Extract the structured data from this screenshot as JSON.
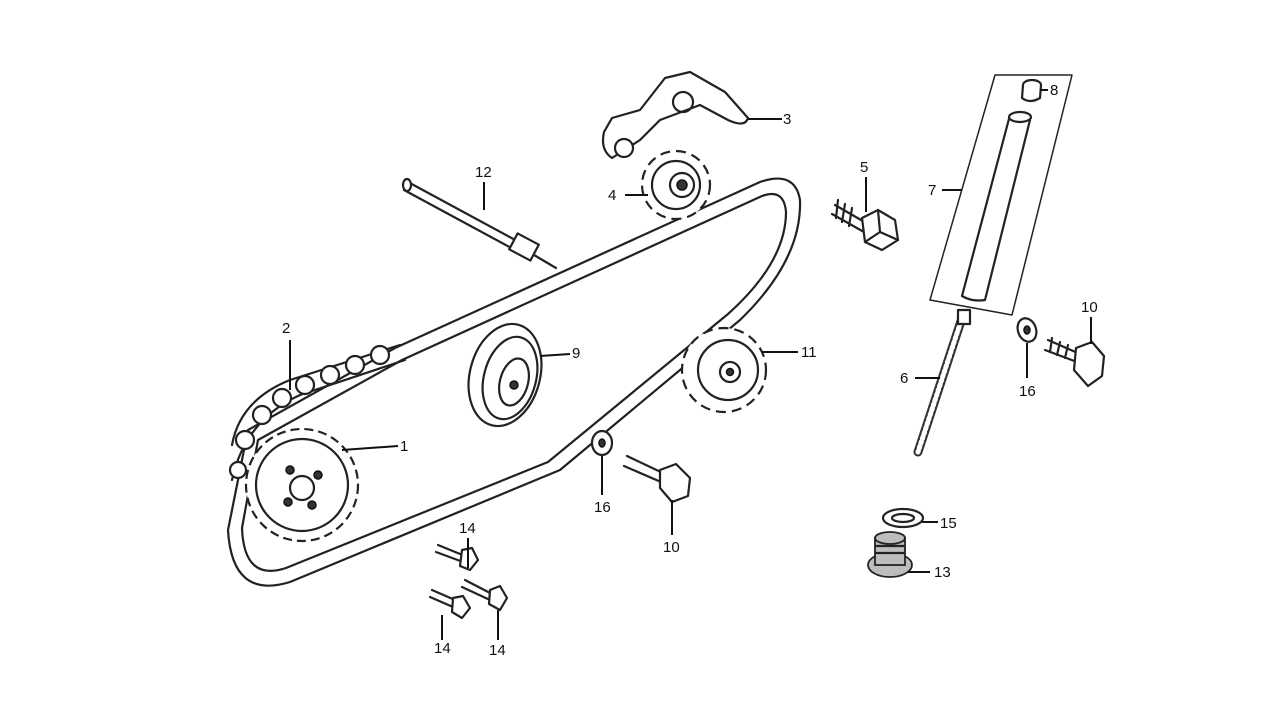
{
  "parts": [
    {
      "id": "callout-1",
      "label": "1"
    },
    {
      "id": "callout-2",
      "label": "2"
    },
    {
      "id": "callout-3",
      "label": "3"
    },
    {
      "id": "callout-4",
      "label": "4"
    },
    {
      "id": "callout-5",
      "label": "5"
    },
    {
      "id": "callout-6",
      "label": "6"
    },
    {
      "id": "callout-7",
      "label": "7"
    },
    {
      "id": "callout-8",
      "label": "8"
    },
    {
      "id": "callout-9",
      "label": "9"
    },
    {
      "id": "callout-10a",
      "label": "10"
    },
    {
      "id": "callout-10b",
      "label": "10"
    },
    {
      "id": "callout-11",
      "label": "11"
    },
    {
      "id": "callout-12",
      "label": "12"
    },
    {
      "id": "callout-13",
      "label": "13"
    },
    {
      "id": "callout-14a",
      "label": "14"
    },
    {
      "id": "callout-14b",
      "label": "14"
    },
    {
      "id": "callout-14c",
      "label": "14"
    },
    {
      "id": "callout-15",
      "label": "15"
    },
    {
      "id": "callout-16a",
      "label": "16"
    },
    {
      "id": "callout-16b",
      "label": "16"
    }
  ]
}
